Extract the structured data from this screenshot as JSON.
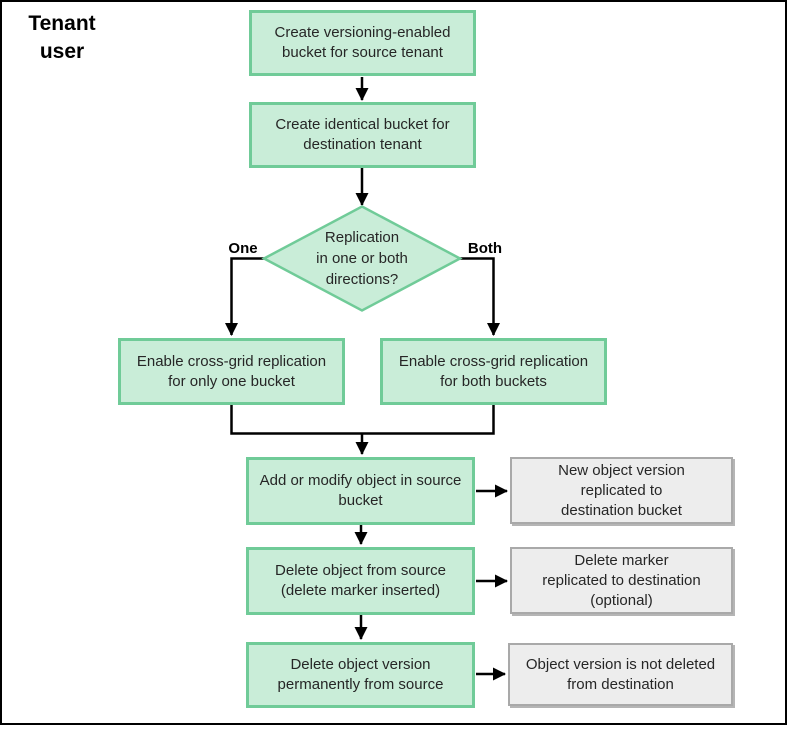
{
  "labels": {
    "actor": "Tenant\nuser",
    "branch_one": "One",
    "branch_both": "Both"
  },
  "nodes": {
    "create_source": "Create versioning-enabled\nbucket for source tenant",
    "create_dest": "Create identical bucket for\ndestination tenant",
    "decision": "Replication\nin one or both\ndirections?",
    "enable_one": "Enable cross-grid replication\nfor only one bucket",
    "enable_both": "Enable cross-grid replication\nfor both buckets",
    "add_modify": "Add or modify object in source\nbucket",
    "delete_source": "Delete object from source\n(delete marker inserted)",
    "delete_version": "Delete object version\npermanently from source",
    "result_new_version": "New object version\nreplicated to\ndestination bucket",
    "result_delete_marker": "Delete marker\nreplicated to destination\n(optional)",
    "result_not_deleted": "Object version is not deleted\nfrom destination"
  },
  "colors": {
    "process_fill": "#C9EDD8",
    "process_border": "#70CB98",
    "result_fill": "#EDEDED",
    "result_border": "#A9A9A9",
    "connector": "#000000",
    "text": "#262626",
    "frame_border": "#000000"
  }
}
